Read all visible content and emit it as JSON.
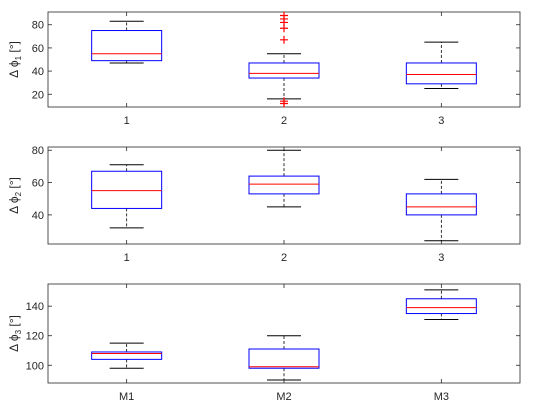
{
  "chart_data": [
    {
      "type": "boxplot",
      "ylabel": {
        "main": "Δ ϕ",
        "sub": "1",
        "unit": " [°]"
      },
      "ylim": [
        9,
        91
      ],
      "yticks": [
        20,
        40,
        60,
        80
      ],
      "categories": [
        "1",
        "2",
        "3"
      ],
      "boxes": [
        {
          "category": "1",
          "whisker_low": 47,
          "q1": 49,
          "median": 55,
          "q3": 75,
          "whisker_high": 83,
          "outliers": []
        },
        {
          "category": "2",
          "whisker_low": 16,
          "q1": 34,
          "median": 38,
          "q3": 47,
          "whisker_high": 55,
          "outliers": [
            88,
            85,
            82,
            77,
            67,
            14,
            12
          ]
        },
        {
          "category": "3",
          "whisker_low": 25,
          "q1": 29,
          "median": 37,
          "q3": 47,
          "whisker_high": 65,
          "outliers": []
        }
      ]
    },
    {
      "type": "boxplot",
      "ylabel": {
        "main": "Δ ϕ",
        "sub": "2",
        "unit": " [°]"
      },
      "ylim": [
        22,
        82
      ],
      "yticks": [
        40,
        60,
        80
      ],
      "categories": [
        "1",
        "2",
        "3"
      ],
      "boxes": [
        {
          "category": "1",
          "whisker_low": 32,
          "q1": 44,
          "median": 55,
          "q3": 67,
          "whisker_high": 71,
          "outliers": []
        },
        {
          "category": "2",
          "whisker_low": 45,
          "q1": 53,
          "median": 59,
          "q3": 64,
          "whisker_high": 80,
          "outliers": []
        },
        {
          "category": "3",
          "whisker_low": 24,
          "q1": 40,
          "median": 45,
          "q3": 53,
          "whisker_high": 62,
          "outliers": []
        }
      ]
    },
    {
      "type": "boxplot",
      "ylabel": {
        "main": "Δ ϕ",
        "sub": "3",
        "unit": " [°]"
      },
      "ylim": [
        88,
        155
      ],
      "yticks": [
        100,
        120,
        140
      ],
      "categories": [
        "M1",
        "M2",
        "M3"
      ],
      "boxes": [
        {
          "category": "M1",
          "whisker_low": 98,
          "q1": 104,
          "median": 108,
          "q3": 109,
          "whisker_high": 115,
          "outliers": []
        },
        {
          "category": "M2",
          "whisker_low": 90,
          "q1": 98,
          "median": 99,
          "q3": 111,
          "whisker_high": 120,
          "outliers": []
        },
        {
          "category": "M3",
          "whisker_low": 131,
          "q1": 135,
          "median": 139,
          "q3": 145,
          "whisker_high": 151,
          "outliers": []
        }
      ]
    }
  ],
  "colors": {
    "box": "#0000ff",
    "median": "#ff0000",
    "whisker": "#000000",
    "outlier": "#ff0000",
    "axis": "#262626"
  }
}
